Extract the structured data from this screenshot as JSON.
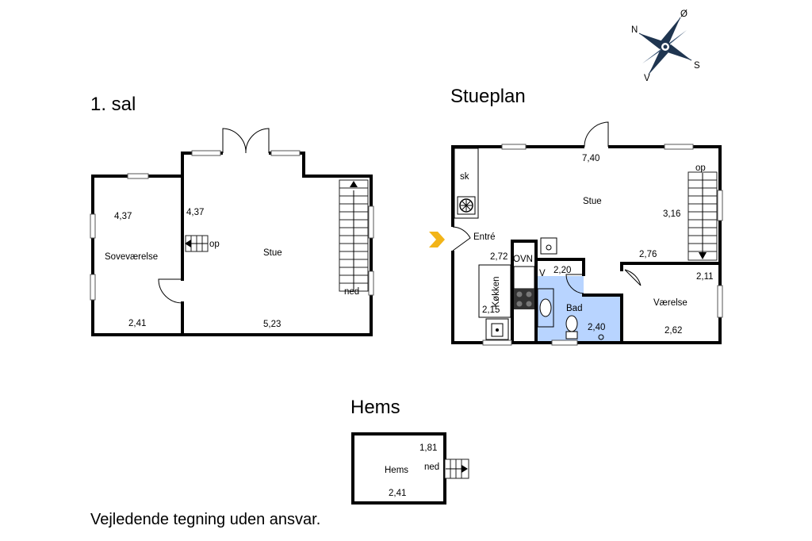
{
  "floors": {
    "upper": {
      "title": "1. sal",
      "rooms": {
        "bedroom": "Soveværelse",
        "living": "Stue"
      },
      "dims": {
        "bedroom_depth": "4,37",
        "bedroom_width": "2,41",
        "living_depth": "4,37",
        "living_width": "5,23"
      },
      "stairs": {
        "up": "op",
        "down": "ned"
      }
    },
    "ground": {
      "title": "Stueplan",
      "rooms": {
        "storage": "sk",
        "entry": "Entré",
        "living": "Stue",
        "kitchen": "Køkken",
        "oven": "OVN",
        "vent": "V",
        "bath": "Bad",
        "room": "Værelse"
      },
      "dims": {
        "total_width": "7,40",
        "stair_depth": "3,16",
        "living_width": "2,76",
        "kitchen_depth": "2,72",
        "kitchen_width": "2,15",
        "bath_depth": "2,20",
        "bath_width": "2,40",
        "room_depth": "2,11",
        "room_width": "2,62"
      },
      "stairs": {
        "up": "op"
      }
    },
    "loft": {
      "title": "Hems",
      "rooms": {
        "loft": "Hems"
      },
      "dims": {
        "depth": "1,81",
        "width": "2,41"
      },
      "stairs": {
        "down": "ned"
      }
    }
  },
  "compass": {
    "n": "N",
    "e": "Ø",
    "s": "S",
    "w": "V"
  },
  "disclaimer": "Vejledende tegning uden ansvar.",
  "colors": {
    "bath_fill": "#b8d4ff",
    "entry_arrow": "#f2b418"
  }
}
